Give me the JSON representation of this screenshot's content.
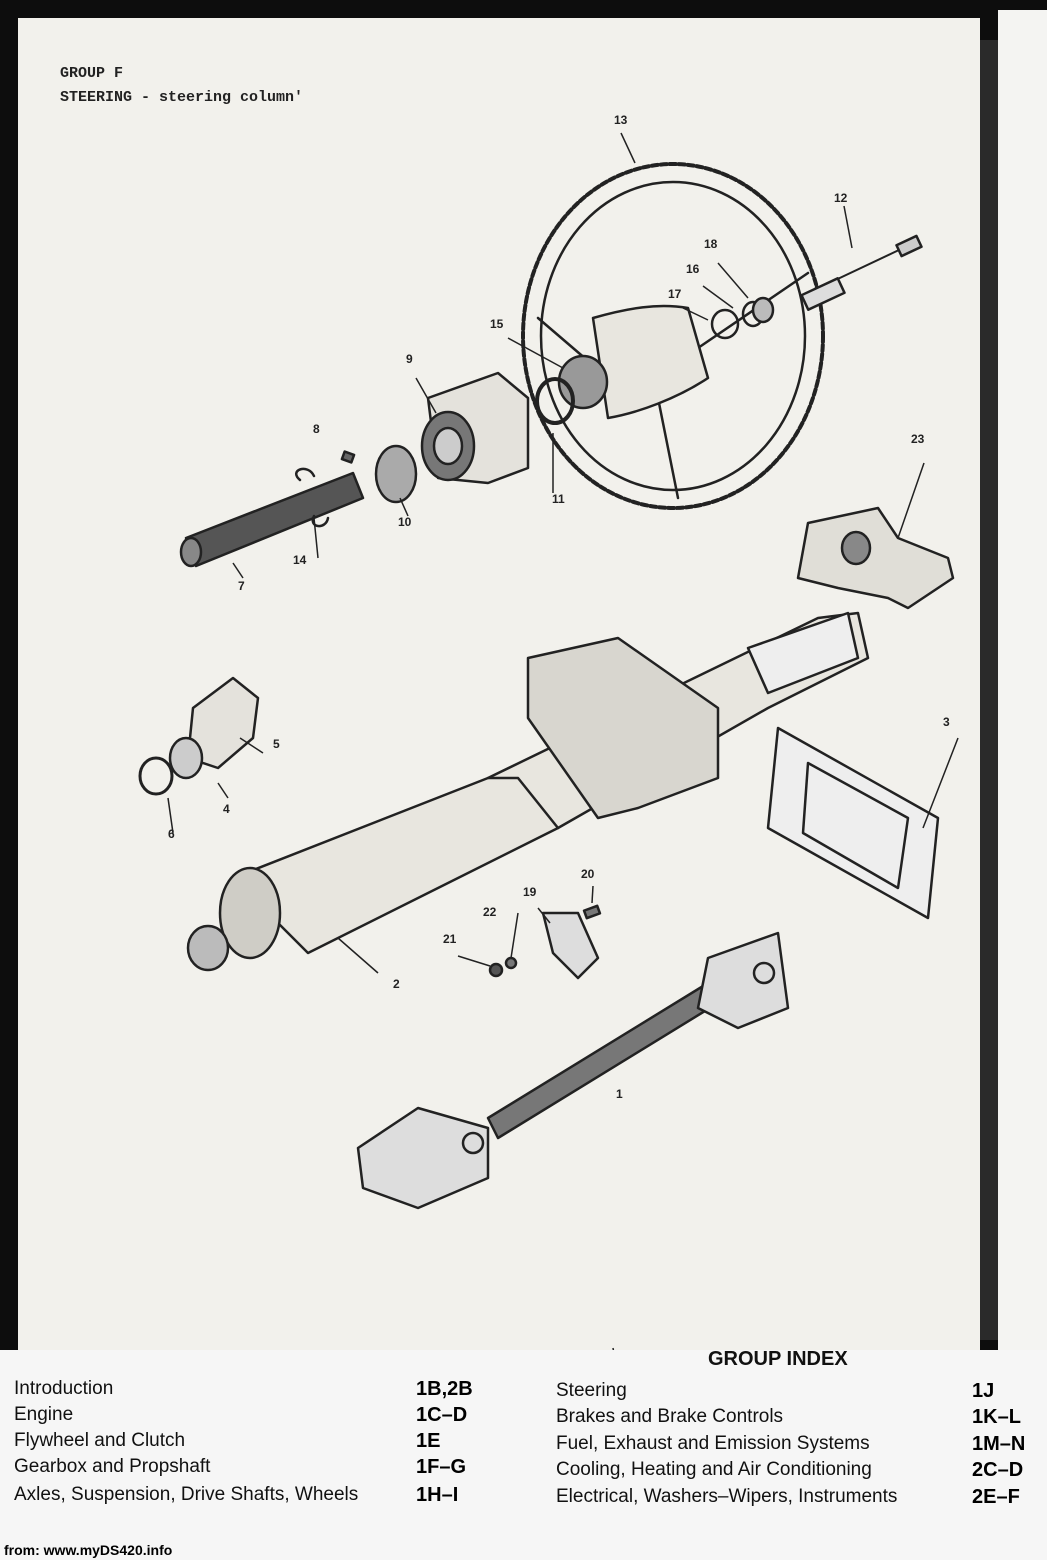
{
  "header": {
    "group": "GROUP F",
    "title": "STEERING - steering column'"
  },
  "parts": {
    "p1": "1",
    "p2": "2",
    "p3": "3",
    "p4": "4",
    "p5": "5",
    "p6": "6",
    "p7": "7",
    "p8": "8",
    "p9": "9",
    "p10": "10",
    "p11": "11",
    "p12": "12",
    "p13": "13",
    "p14": "14",
    "p15": "15",
    "p16": "16",
    "p17": "17",
    "p18": "18",
    "p19": "19",
    "p20": "20",
    "p21": "21",
    "p22": "22",
    "p23": "23"
  },
  "group_index": {
    "title": "GROUP INDEX",
    "left": [
      {
        "label": "Introduction",
        "code": "1B,2B"
      },
      {
        "label": "Engine",
        "code": "1C–D"
      },
      {
        "label": "Flywheel and Clutch",
        "code": "1E"
      },
      {
        "label": "Gearbox and Propshaft",
        "code": "1F–G"
      },
      {
        "label": "Axles, Suspension, Drive Shafts, Wheels",
        "code": "1H–I"
      }
    ],
    "right": [
      {
        "label": "Steering",
        "code": "1J"
      },
      {
        "label": "Brakes and Brake Controls",
        "code": "1K–L"
      },
      {
        "label": "Fuel, Exhaust and Emission Systems",
        "code": "1M–N"
      },
      {
        "label": "Cooling, Heating and Air Conditioning",
        "code": "2C–D"
      },
      {
        "label": "Electrical, Washers–Wipers, Instruments",
        "code": "2E–F"
      }
    ]
  },
  "footer": "from: www.myDS420.info"
}
